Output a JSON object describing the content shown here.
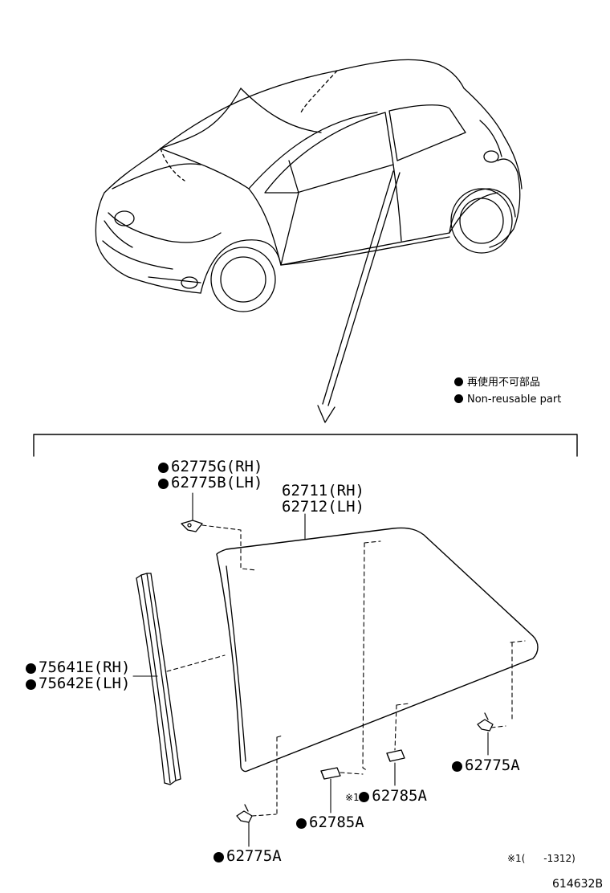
{
  "legend": {
    "jp": "再使用不可部品",
    "en": "Non-reusable part"
  },
  "parts": {
    "clip_upper_rh": "62775G(RH)",
    "clip_upper_lh": "62775B(LH)",
    "glass_rh": "62711(RH)",
    "glass_lh": "62712(LH)",
    "weatherstrip_rh": "75641E(RH)",
    "weatherstrip_lh": "75642E(LH)",
    "clip_a_right": "62775A",
    "clip_a_bottom": "62775A",
    "spacer_upper": "62785A",
    "spacer_lower": "62785A"
  },
  "notes": {
    "spacer_mark": "※1",
    "footnote_mark": "※1",
    "footnote_range": "(      -1312)"
  },
  "diagram_id": "614632B"
}
